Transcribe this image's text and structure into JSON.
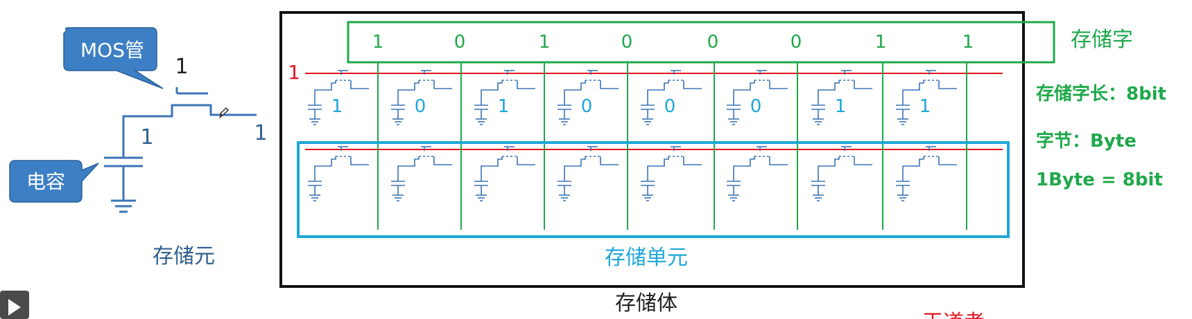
{
  "callouts": {
    "mos": "MOS管",
    "capacitor": "电容"
  },
  "cell": {
    "gate_value": "1",
    "cap_value": "1",
    "drain_value": "1",
    "caption": "存储元"
  },
  "array": {
    "word_line_value": "1",
    "stored_word_bits": [
      "1",
      "0",
      "1",
      "0",
      "0",
      "0",
      "1",
      "1"
    ],
    "cell_values": [
      "1",
      "0",
      "1",
      "0",
      "0",
      "0",
      "1",
      "1"
    ],
    "unit_caption": "存储单元",
    "body_caption": "存储体"
  },
  "notes": {
    "word": "存储字",
    "word_length": "存储字长：8bit",
    "byte": "字节：Byte",
    "byte_def": "1Byte = 8bit",
    "bottom_red": "王道考研"
  },
  "controls": {
    "play_icon": "play-icon"
  },
  "colors": {
    "blue_wire": "#3b74b5",
    "green": "#1fa84a",
    "cyan": "#1ea7d8",
    "red": "#e0141e",
    "callout_fill": "#3d7fc4"
  }
}
